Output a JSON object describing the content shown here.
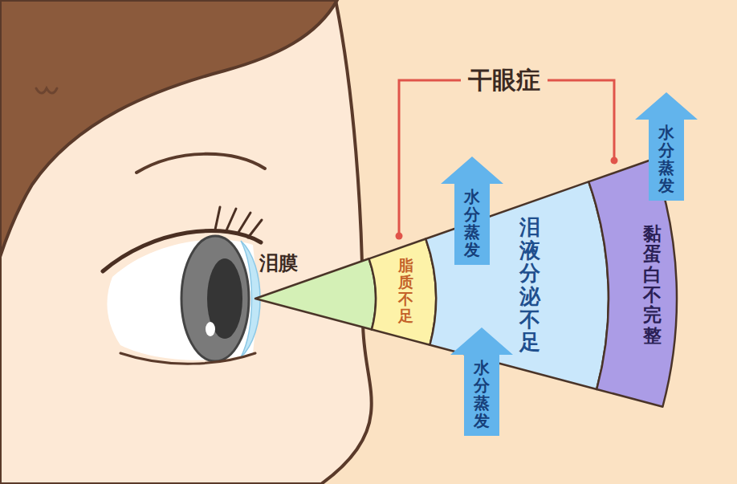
{
  "diagram": {
    "nodes": [
      {
        "text": [
          "脂质不足"
        ]
      },
      {
        "text": [
          "水分蒸发"
        ]
      },
      {
        "text": [
          "泪液分泌不足"
        ]
      },
      {
        "text": [
          "水分蒸发"
        ]
      },
      {
        "text": [
          "黏蛋白不完整"
        ]
      },
      {
        "text": [
          "水分蒸发"
        ]
      }
    ],
    "labels": [
      "干眼症",
      "泪膜"
    ]
  }
}
